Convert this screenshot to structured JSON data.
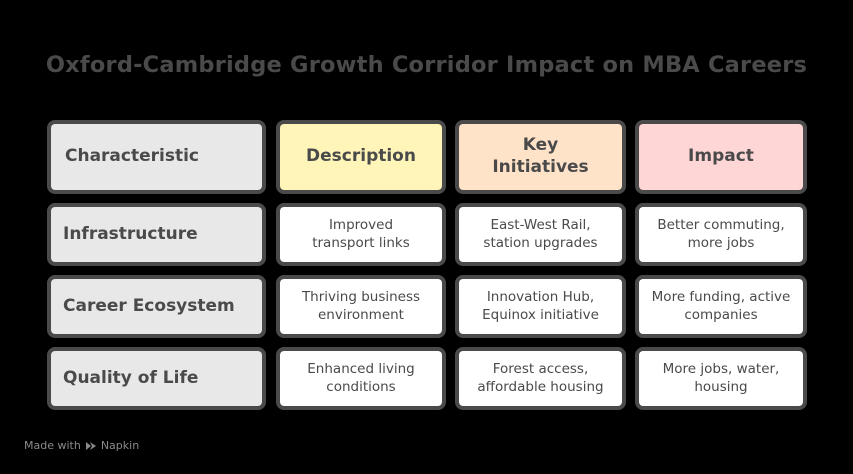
{
  "title": "Oxford-Cambridge Growth Corridor Impact on MBA Careers",
  "colors": {
    "background": "#000000",
    "border": "#4a4a4a",
    "text": "#4a4a4a",
    "characteristic_fill": "#e8e8e8",
    "description_fill": "#fff5b8",
    "key_initiatives_fill": "#ffe3c9",
    "impact_fill": "#ffd6d6",
    "body_fill": "#ffffff"
  },
  "table": {
    "headers": [
      {
        "label": "Characteristic"
      },
      {
        "label": "Description"
      },
      {
        "label": "Key Initiatives"
      },
      {
        "label": "Impact"
      }
    ],
    "rows": [
      {
        "characteristic": "Infrastructure",
        "description": "Improved transport links",
        "key_initiatives": "East-West Rail, station upgrades",
        "impact": "Better commuting, more jobs"
      },
      {
        "characteristic": "Career Ecosystem",
        "description": "Thriving business environment",
        "key_initiatives": "Innovation Hub, Equinox initiative",
        "impact": "More funding, active companies"
      },
      {
        "characteristic": "Quality of Life",
        "description": "Enhanced living conditions",
        "key_initiatives": "Forest access, affordable housing",
        "impact": "More jobs, water, housing"
      }
    ]
  },
  "footer": {
    "made_with": "Made with",
    "brand": "Napkin",
    "icon": "napkin-logo-icon"
  }
}
